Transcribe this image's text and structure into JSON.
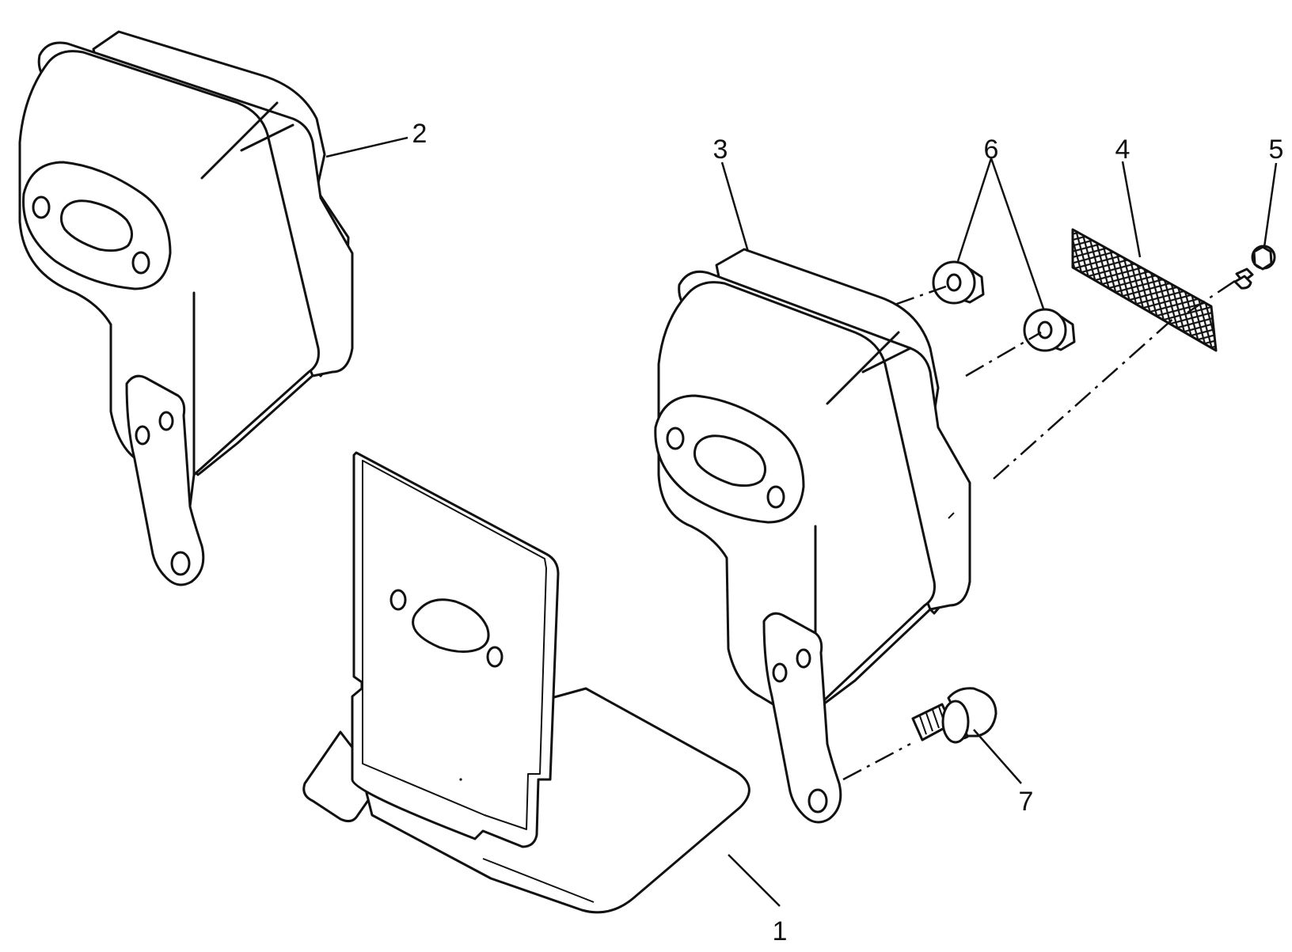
{
  "callouts": {
    "part_1": "1",
    "part_2": "2",
    "part_3": "3",
    "part_4": "4",
    "part_5": "5",
    "part_6": "6",
    "part_7": "7"
  },
  "colors": {
    "line": "#111111",
    "background": "#ffffff"
  }
}
